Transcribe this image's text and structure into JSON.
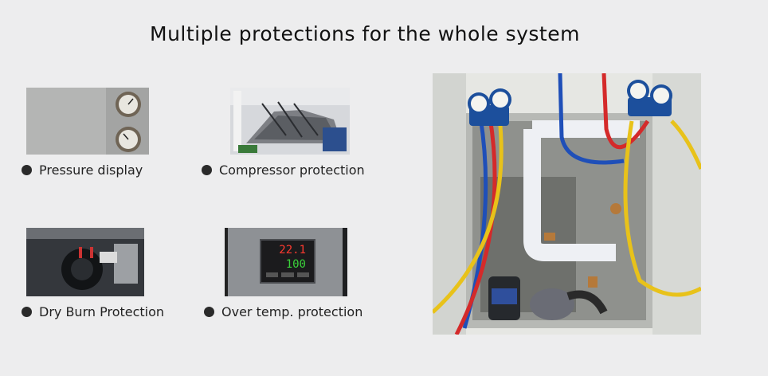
{
  "heading": "Multiple protections for the whole system",
  "features": [
    {
      "label": "Pressure display",
      "icon": "pressure-gauges-photo"
    },
    {
      "label": "Compressor protection",
      "icon": "compressor-photo"
    },
    {
      "label": "Dry Burn Protection",
      "icon": "heater-thermostat-photo"
    },
    {
      "label": "Over temp. protection",
      "icon": "temperature-controller-photo"
    }
  ],
  "controller_readout": {
    "top": "22.1",
    "bottom": "100"
  },
  "colors": {
    "background": "#ededee",
    "hose_red": "#d42a2a",
    "hose_blue": "#1f4fb8",
    "hose_yellow": "#e8c21a",
    "gauge_blue": "#1c4f9c"
  }
}
